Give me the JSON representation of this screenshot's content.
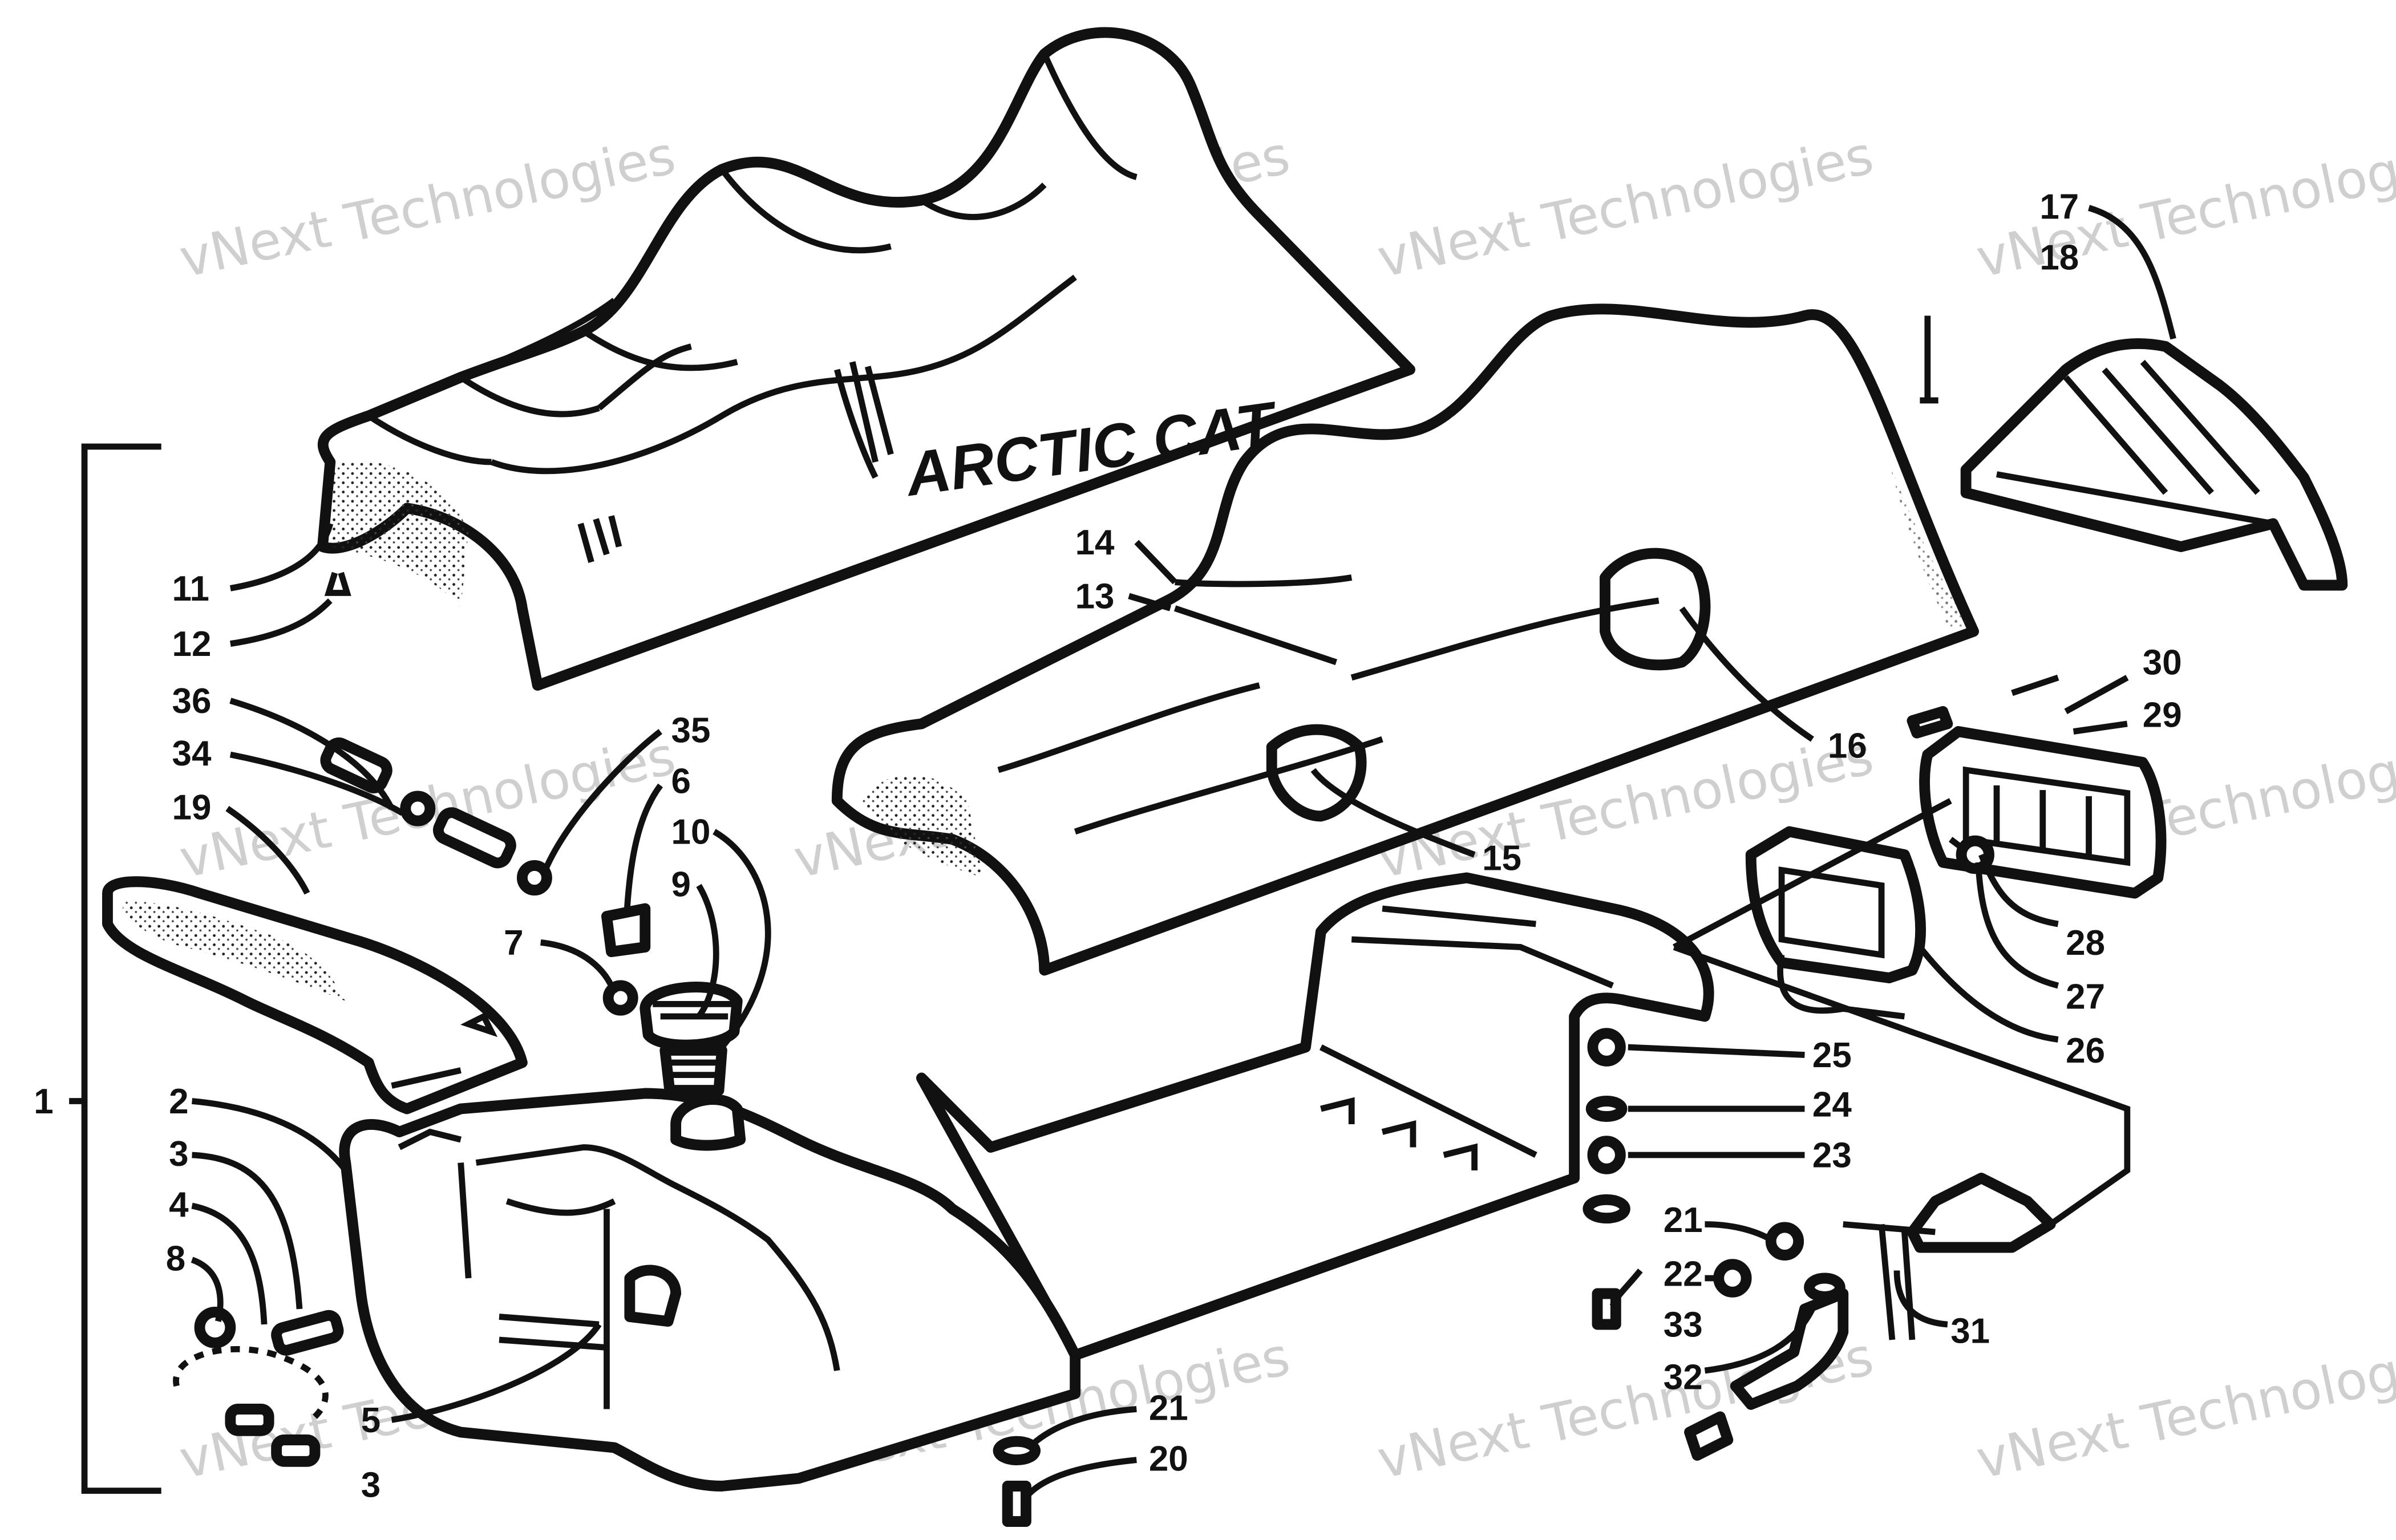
{
  "brand": "ARCTIC CAT",
  "watermark": {
    "line1": "vNext Technologies",
    "line2": "vNext",
    "line3": "Technologies"
  },
  "callouts": {
    "c1": "1",
    "c2": "2",
    "c3a": "3",
    "c3b": "3",
    "c4": "4",
    "c5": "5",
    "c6": "6",
    "c7": "7",
    "c8": "8",
    "c9": "9",
    "c10": "10",
    "c11": "11",
    "c12": "12",
    "c13": "13",
    "c14": "14",
    "c15": "15",
    "c16": "16",
    "c17": "17",
    "c18": "18",
    "c19": "19",
    "c20": "20",
    "c21a": "21",
    "c21b": "21",
    "c22": "22",
    "c23": "23",
    "c24": "24",
    "c25": "25",
    "c26": "26",
    "c27": "27",
    "c28": "28",
    "c29": "29",
    "c30": "30",
    "c31": "31",
    "c32": "32",
    "c33": "33",
    "c34": "34",
    "c35": "35",
    "c36": "36"
  }
}
